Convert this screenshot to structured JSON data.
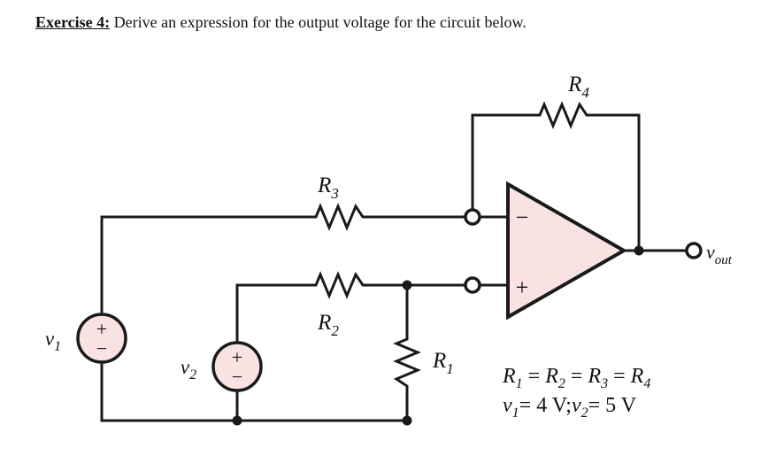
{
  "document": {
    "exercise_label": "Exercise 4:",
    "prompt_text": "Derive an expression for the output voltage for the circuit below."
  },
  "circuit": {
    "type": "difference-amplifier-opamp",
    "opamp": {
      "name": "op-amp",
      "inverting_input_sign": "−",
      "noninverting_input_sign": "+",
      "fill_color": "#f9e2e2",
      "stroke_color": "#1a1a1a"
    },
    "output_terminal": {
      "label_main": "v",
      "label_sub": "out"
    },
    "sources": [
      {
        "id": "v1",
        "label_main": "v",
        "label_sub": "1",
        "plus_sign": "+",
        "minus_sign": "−",
        "fill_color": "#f9e2e2"
      },
      {
        "id": "v2",
        "label_main": "v",
        "label_sub": "2",
        "plus_sign": "+",
        "minus_sign": "−",
        "fill_color": "#f9e2e2"
      }
    ],
    "resistors": [
      {
        "id": "R1",
        "label_main": "R",
        "label_sub": "1",
        "orientation": "vertical"
      },
      {
        "id": "R2",
        "label_main": "R",
        "label_sub": "2",
        "orientation": "horizontal"
      },
      {
        "id": "R3",
        "label_main": "R",
        "label_sub": "3",
        "orientation": "horizontal"
      },
      {
        "id": "R4",
        "label_main": "R",
        "label_sub": "4",
        "orientation": "horizontal"
      }
    ],
    "annotations": {
      "resistance_relation": {
        "r1": "R",
        "r1_sub": "1",
        "eq1": "=",
        "r2": "R",
        "r2_sub": "2",
        "eq2": "=",
        "r3": "R",
        "r3_sub": "3",
        "eq3": "=",
        "r4": "R",
        "r4_sub": "4"
      },
      "source_values": {
        "v1": "v",
        "v1_sub": "1",
        "v1_eq": "= 4 V;",
        "v2": "v",
        "v2_sub": "2",
        "v2_eq": "= 5 V"
      }
    }
  }
}
